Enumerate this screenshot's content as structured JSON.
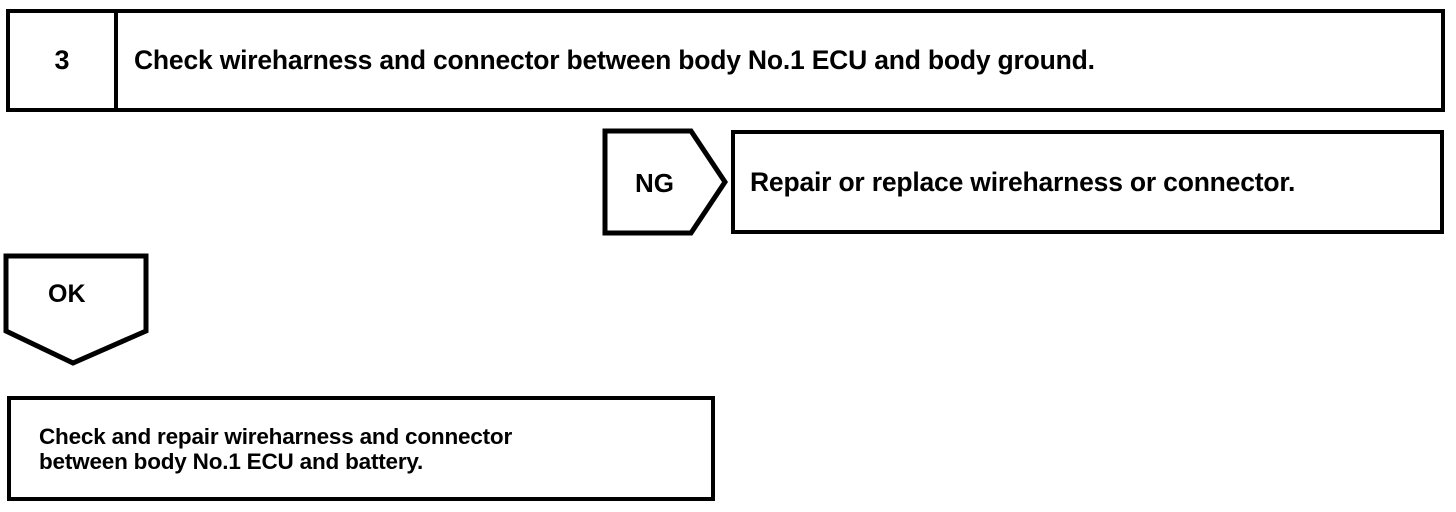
{
  "diagram": {
    "type": "troubleshooting-flowchart",
    "colors": {
      "line": "#000000",
      "background": "#ffffff",
      "text": "#000000"
    },
    "step": {
      "number": "3",
      "instruction": "Check wireharness and connector between body No.1 ECU and body ground."
    },
    "branches": [
      {
        "label": "NG",
        "shape": "right-arrow-pentagon",
        "result": "Repair or replace wireharness or connector."
      },
      {
        "label": "OK",
        "shape": "down-arrow-pentagon",
        "result_lines": [
          "Check and repair wireharness and connector",
          "between body No.1 ECU and battery."
        ]
      }
    ]
  }
}
